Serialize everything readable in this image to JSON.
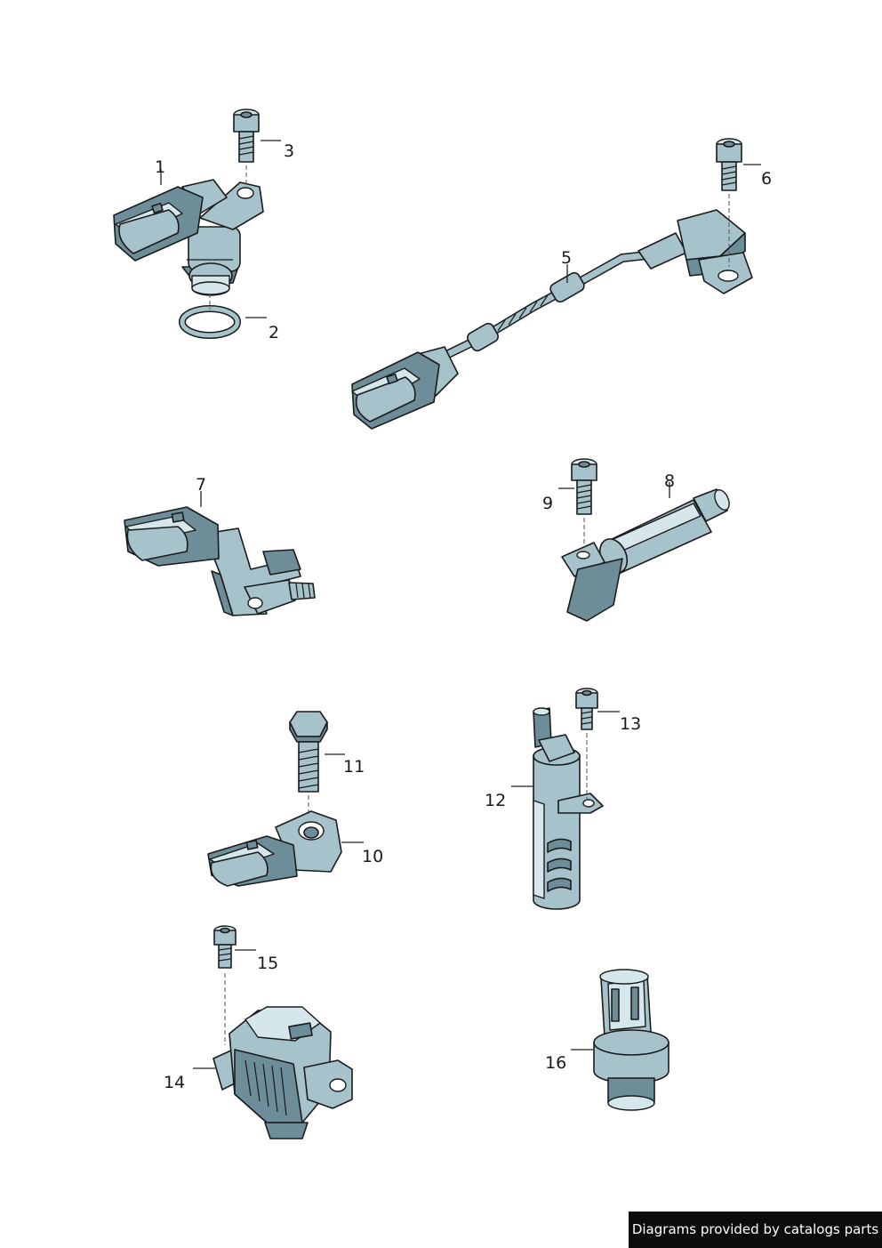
{
  "callouts": [
    {
      "id": "c1",
      "label": "1"
    },
    {
      "id": "c2",
      "label": "2"
    },
    {
      "id": "c3",
      "label": "3"
    },
    {
      "id": "c5",
      "label": "5"
    },
    {
      "id": "c6",
      "label": "6"
    },
    {
      "id": "c7",
      "label": "7"
    },
    {
      "id": "c8",
      "label": "8"
    },
    {
      "id": "c9",
      "label": "9"
    },
    {
      "id": "c10",
      "label": "10"
    },
    {
      "id": "c11",
      "label": "11"
    },
    {
      "id": "c12",
      "label": "12"
    },
    {
      "id": "c13",
      "label": "13"
    },
    {
      "id": "c14",
      "label": "14"
    },
    {
      "id": "c15",
      "label": "15"
    },
    {
      "id": "c16",
      "label": "16"
    }
  ],
  "credit": "Diagrams provided by catalogs parts",
  "colors": {
    "part_fill": "#a6c2cb",
    "part_shade": "#6d8e99",
    "credit_bg": "#0c0c0c"
  }
}
